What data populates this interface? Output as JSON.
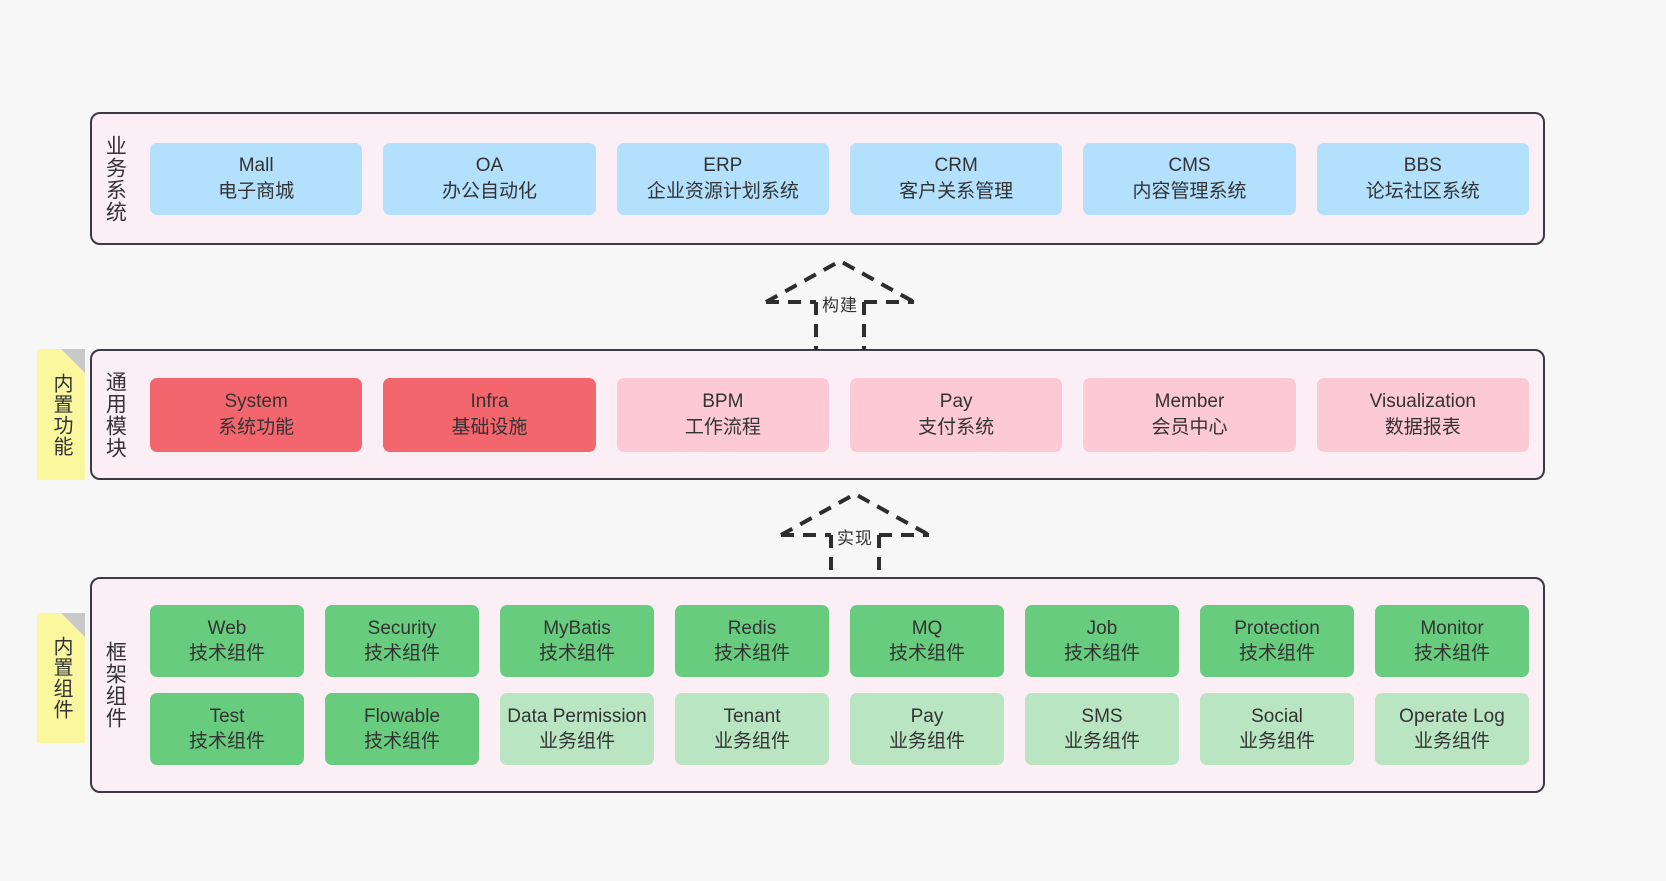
{
  "diagram": {
    "background": "#f7f7f7",
    "layer_bg": "#fbeef5",
    "layer_border": "#3a3a42",
    "sticky_bg": "#fbf79e",
    "colors": {
      "business": "#b3e0fc",
      "module_core": "#f4666e",
      "module_optional": "#fcc9d4",
      "tech_component": "#68cc7e",
      "biz_component": "#b9e5c2"
    }
  },
  "layers": {
    "business": {
      "caption": "业务系统",
      "boxes": [
        {
          "name": "Mall",
          "desc": "电子商城"
        },
        {
          "name": "OA",
          "desc": "办公自动化"
        },
        {
          "name": "ERP",
          "desc": "企业资源计划系统"
        },
        {
          "name": "CRM",
          "desc": "客户关系管理"
        },
        {
          "name": "CMS",
          "desc": "内容管理系统"
        },
        {
          "name": "BBS",
          "desc": "论坛社区系统"
        }
      ]
    },
    "modules": {
      "caption": "通用模块",
      "sticky": "内置功能",
      "boxes": [
        {
          "name": "System",
          "desc": "系统功能",
          "kind": "core"
        },
        {
          "name": "Infra",
          "desc": "基础设施",
          "kind": "core"
        },
        {
          "name": "BPM",
          "desc": "工作流程",
          "kind": "optional"
        },
        {
          "name": "Pay",
          "desc": "支付系统",
          "kind": "optional"
        },
        {
          "name": "Member",
          "desc": "会员中心",
          "kind": "optional"
        },
        {
          "name": "Visualization",
          "desc": "数据报表",
          "kind": "optional"
        }
      ]
    },
    "framework": {
      "caption": "框架组件",
      "sticky": "内置组件",
      "row1": [
        {
          "name": "Web",
          "desc": "技术组件",
          "kind": "tech"
        },
        {
          "name": "Security",
          "desc": "技术组件",
          "kind": "tech"
        },
        {
          "name": "MyBatis",
          "desc": "技术组件",
          "kind": "tech"
        },
        {
          "name": "Redis",
          "desc": "技术组件",
          "kind": "tech"
        },
        {
          "name": "MQ",
          "desc": "技术组件",
          "kind": "tech"
        },
        {
          "name": "Job",
          "desc": "技术组件",
          "kind": "tech"
        },
        {
          "name": "Protection",
          "desc": "技术组件",
          "kind": "tech"
        },
        {
          "name": "Monitor",
          "desc": "技术组件",
          "kind": "tech"
        }
      ],
      "row2": [
        {
          "name": "Test",
          "desc": "技术组件",
          "kind": "tech"
        },
        {
          "name": "Flowable",
          "desc": "技术组件",
          "kind": "tech"
        },
        {
          "name": "Data Permission",
          "desc": "业务组件",
          "kind": "biz"
        },
        {
          "name": "Tenant",
          "desc": "业务组件",
          "kind": "biz"
        },
        {
          "name": "Pay",
          "desc": "业务组件",
          "kind": "biz"
        },
        {
          "name": "SMS",
          "desc": "业务组件",
          "kind": "biz"
        },
        {
          "name": "Social",
          "desc": "业务组件",
          "kind": "biz"
        },
        {
          "name": "Operate Log",
          "desc": "业务组件",
          "kind": "biz"
        }
      ]
    }
  },
  "arrows": {
    "build": {
      "label": "构建"
    },
    "implement": {
      "label": "实现"
    }
  }
}
